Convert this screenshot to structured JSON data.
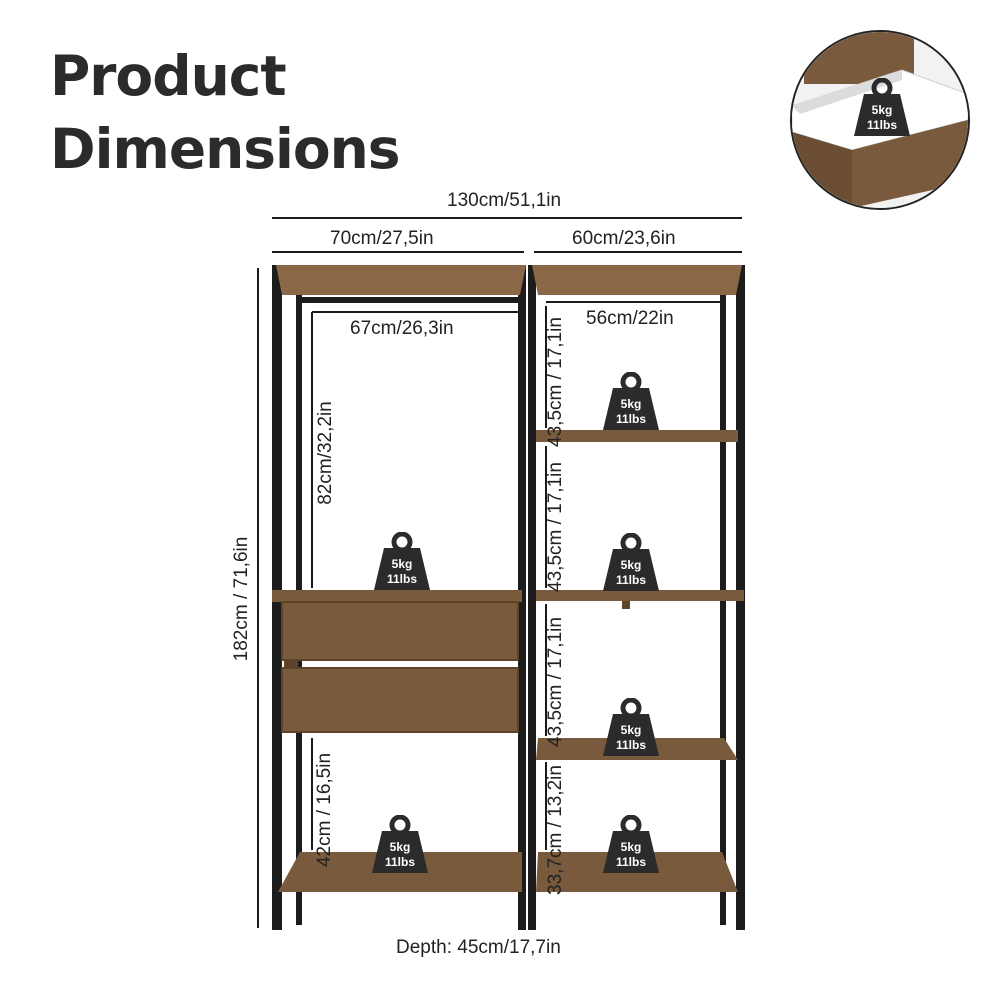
{
  "title": {
    "line1": "Product",
    "line2": "Dimensions"
  },
  "colors": {
    "wood": "#7a5a3c",
    "wood_dark": "#5e4329",
    "frame": "#1c1c1c",
    "weight_badge": "#2b2b2b"
  },
  "dimensions": {
    "total_width": "130cm/51,1in",
    "left_width": "70cm/27,5in",
    "right_width": "60cm/23,6in",
    "rail_width": "67cm/26,3in",
    "right_inner_width": "56cm/22in",
    "hanging_height": "82cm/32,2in",
    "total_height": "182cm / 71,6in",
    "shelf_gap_1": "43,5cm / 17,1in",
    "shelf_gap_2": "43,5cm / 17,1in",
    "shelf_gap_3": "43,5cm / 17,1in",
    "shelf_gap_4": "33,7cm / 13,2in",
    "left_bottom_height": "42cm / 16,5in",
    "depth": "Depth: 45cm/17,7in"
  },
  "load_labels": {
    "kg": "5kg",
    "lbs": "11lbs"
  },
  "icons": {
    "weight": "weight-icon"
  }
}
